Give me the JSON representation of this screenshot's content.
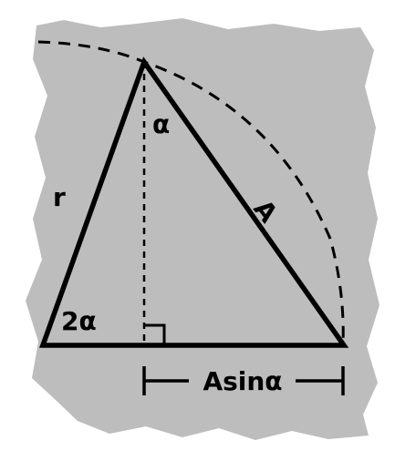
{
  "labels": {
    "side_r": "r",
    "side_A": "A",
    "angle_apex": "α",
    "angle_base": "2α",
    "dimension": "Asinα"
  },
  "colors": {
    "background_blob": "#bdbdbd",
    "stroke": "#000000",
    "page": "#ffffff"
  }
}
